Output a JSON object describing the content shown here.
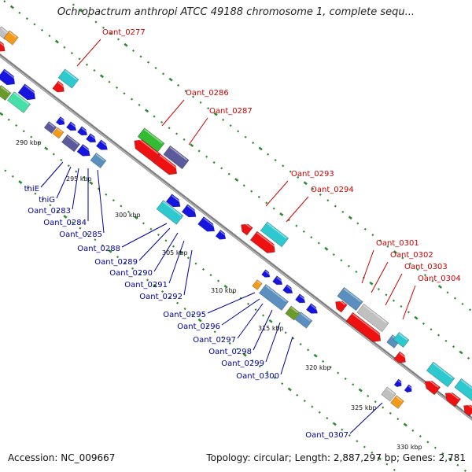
{
  "title": "Ochrobactrum anthropi ATCC 49188 chromosome 1, complete sequ...",
  "footer": {
    "accession": "Accession: NC_009667",
    "summary": "Topology: circular; Length: 2,887,297 bp; Genes: 2,781"
  },
  "colors": {
    "backbone": "#7f7f7f",
    "tick": "#2e8b2e",
    "label_top": "#cc0000",
    "label_bottom": "#000099",
    "red": "#ee1111",
    "blue": "#1515dd",
    "cyan": "#2ec8cf",
    "steel": "#5a8fc0",
    "slate": "#5a5a9c",
    "green": "#33bb33",
    "orange": "#f39a1a",
    "gray": "#c0c0c0",
    "spring": "#44e0a8",
    "olive": "#6a9a2a"
  },
  "kbp_labels": [
    "290 kbp",
    "295 kbp",
    "300 kbp",
    "305 kbp",
    "310 kbp",
    "315 kbp",
    "320 kbp",
    "325 kbp",
    "330 kbp"
  ],
  "gene_labels_top": [
    "Oant_0277",
    "Oant_0286",
    "Oant_0287",
    "Oant_0293",
    "Oant_0294",
    "Oant_0301",
    "Oant_0302",
    "Oant_0303",
    "Oant_0304"
  ],
  "gene_labels_bottom": [
    "thiE",
    "thiG",
    "Oant_0283",
    "Oant_0284",
    "Oant_0285",
    "Oant_0288",
    "Oant_0289",
    "Oant_0290",
    "Oant_0291",
    "Oant_0292",
    "Oant_0295",
    "Oant_0296",
    "Oant_0297",
    "Oant_0298",
    "Oant_0299",
    "Oant_0300",
    "Oant_0307"
  ]
}
